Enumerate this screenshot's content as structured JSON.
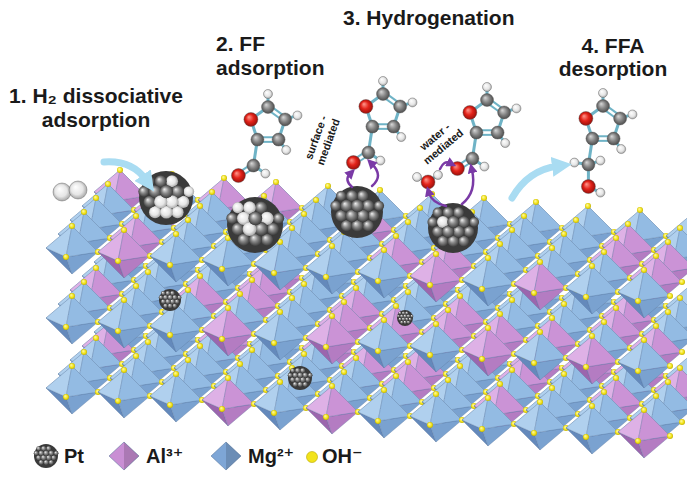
{
  "diagram": {
    "labels": [
      "1. H₂ dissociative adsorption",
      "2. FF adsorption",
      "3. Hydrogenation",
      "4. FFA desorption",
      "surface -mediated",
      "water -mediated"
    ],
    "legend": [
      {
        "text": "Pt"
      },
      {
        "text": "Al³⁺",
        "color": "#c98fd4"
      },
      {
        "text": "Mg²⁺",
        "color": "#7ea6d6"
      },
      {
        "text": "OH⁻",
        "color": "#f2e31b"
      }
    ]
  }
}
